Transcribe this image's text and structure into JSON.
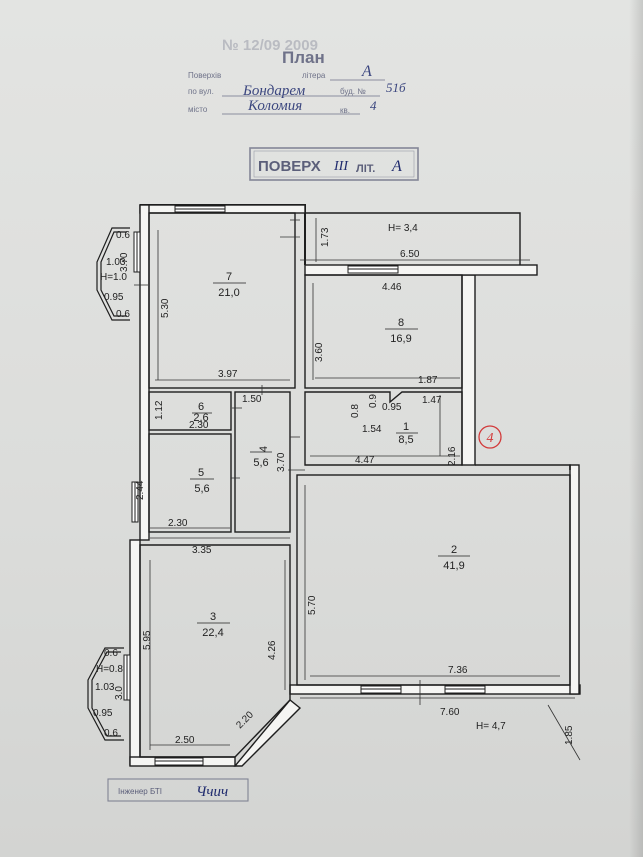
{
  "header": {
    "stamp_title": "№ 12/09 2009",
    "plan_title": "План",
    "line1_label": "Поверхів",
    "line1_suffix": "літера",
    "line1_value": "А",
    "line2_label": "по вул.",
    "line2_value": "Бондарем",
    "line2_suffix": "буд. №",
    "line2_number": "51б",
    "line3_label": "місто",
    "line3_value": "Коломия",
    "line3_suffix": "кв.",
    "line3_number": "4"
  },
  "floor_stamp": {
    "label": "ПОВЕРХ",
    "number": "III",
    "suffix": "ЛІТ.",
    "letter": "А"
  },
  "apartment_marker": "4",
  "rooms": [
    {
      "id": "1",
      "number": "1",
      "area": "8,5"
    },
    {
      "id": "2",
      "number": "2",
      "area": "41,9"
    },
    {
      "id": "3",
      "number": "3",
      "area": "22,4"
    },
    {
      "id": "4",
      "number": "4",
      "area": "5,6"
    },
    {
      "id": "5",
      "number": "5",
      "area": "5,6"
    },
    {
      "id": "6",
      "number": "6",
      "area": "2,6"
    },
    {
      "id": "7",
      "number": "7",
      "area": "21,0"
    },
    {
      "id": "8",
      "number": "8",
      "area": "16,9"
    }
  ],
  "dimensions": {
    "balcony_top_height": "H= 3,4",
    "balcony_top_width": "6.50",
    "d_1_73": "1.73",
    "d_0_6_a": "0.6",
    "d_1_03_a": "1.03",
    "d_h1_0": "H=1.0",
    "d_0_95_a": "0.95",
    "d_0_6_b": "0.6",
    "d_3_70_a": "3.70",
    "d_5_30": "5.30",
    "d_4_46": "4.46",
    "d_3_60": "3.60",
    "d_3_97": "3.97",
    "d_1_87": "1.87",
    "d_1_47": "1.47",
    "d_0_8": "0.8",
    "d_0_9": "0.9",
    "d_0_95": "0.95",
    "d_1_54": "1.54",
    "d_2_16": "2.16",
    "d_1_12": "1.12",
    "d_2_30_a": "2.30",
    "d_1_50": "1.50",
    "d_3_70_b": "3.70",
    "d_4_47": "4.47",
    "d_2_44": "2.44",
    "d_2_30_b": "2.30",
    "d_3_35": "3.35",
    "d_5_70": "5.70",
    "d_5_95": "5.95",
    "d_4_26": "4.26",
    "d_0_6_c": "0.6",
    "d_h0_8": "H=0.8",
    "d_1_03_b": "1.03",
    "d_3_0": "3.0",
    "d_0_95_b": "0.95",
    "d_0_6_d": "0.6",
    "d_2_20": "2.20",
    "d_2_50": "2.50",
    "d_7_36": "7.36",
    "d_7_60": "7.60",
    "d_h4_7": "H= 4,7",
    "d_1_85": "1.85"
  },
  "footer": {
    "label": "Інженер БТІ",
    "signature": "Ччич"
  },
  "colors": {
    "ink_blue": "#1f2b6e",
    "stamp_gray": "#5b5f7a",
    "line_black": "#1e1e1e",
    "marker_red": "#d23a3a"
  }
}
